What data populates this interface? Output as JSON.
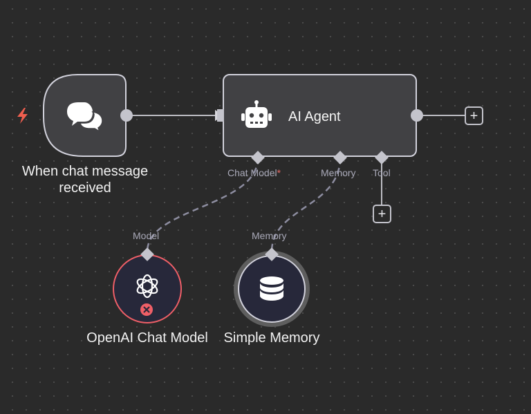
{
  "canvas": {
    "nodes": {
      "trigger": {
        "label": "When chat message received",
        "icon": "chat-bubbles-icon",
        "trigger_icon": "lightning-icon"
      },
      "agent": {
        "label": "AI Agent",
        "icon": "robot-icon",
        "handles": {
          "chat_model": "Chat Model",
          "chat_model_required": "*",
          "memory": "Memory",
          "tool": "Tool"
        }
      },
      "openai": {
        "label": "OpenAI Chat Model",
        "input_label": "Model",
        "icon": "openai-icon",
        "status_icon": "error-icon"
      },
      "memory": {
        "label": "Simple Memory",
        "input_label": "Memory",
        "icon": "database-icon"
      }
    },
    "add_buttons": {
      "after_agent": "+",
      "tool": "+"
    }
  },
  "colors": {
    "node_fill": "#414144",
    "node_border": "#d2d2dc",
    "handle": "#c4c4cc",
    "error": "#ef5f67",
    "trigger_bolt": "#ef5f4f",
    "sub_node_fill": "#27283a",
    "connection": "#bdbdc4",
    "dashed_connection": "#8d8da0"
  }
}
